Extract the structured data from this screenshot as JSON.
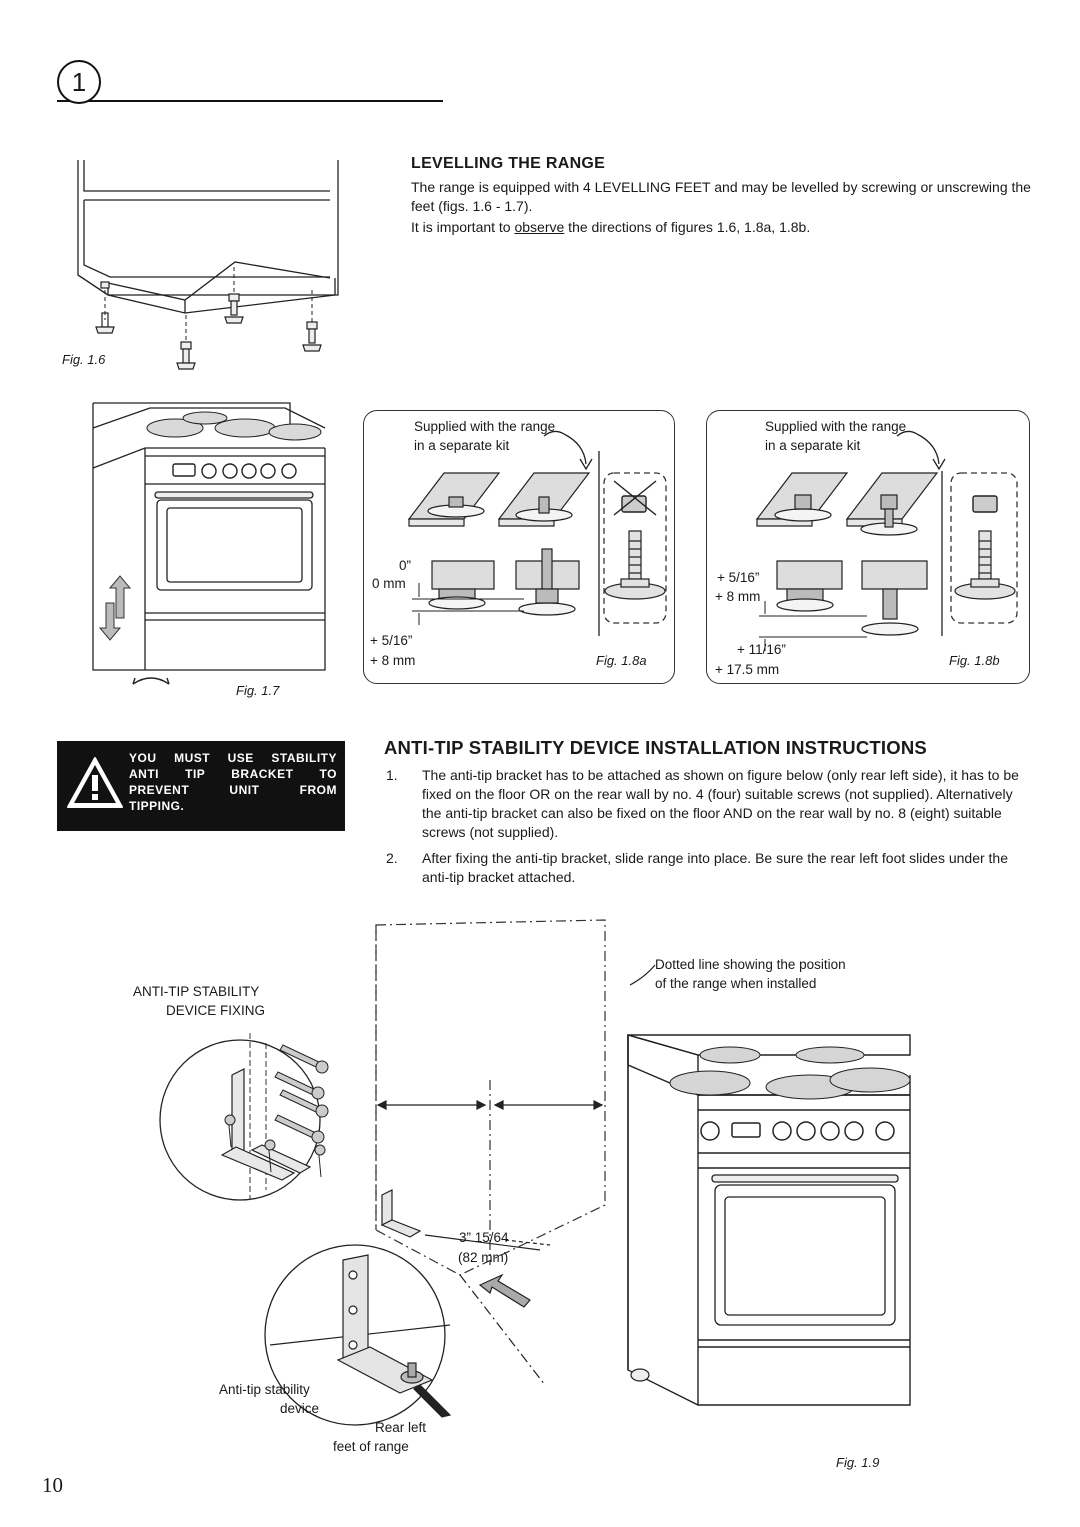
{
  "header": {
    "chapter_number": "1"
  },
  "levelling": {
    "heading": "LEVELLING THE RANGE",
    "p1": "The range is equipped with 4 LEVELLING FEET and may be levelled by screwing or unscrewing the feet (figs. 1.6 - 1.7).",
    "p2_before": "It is important to ",
    "p2_underlined": "observe",
    "p2_after": " the directions of figures 1.6, 1.8a, 1.8b."
  },
  "figures": {
    "fig_1_6": "Fig. 1.6",
    "fig_1_7": "Fig. 1.7",
    "fig_1_8a": "Fig. 1.8a",
    "fig_1_8b": "Fig. 1.8b",
    "fig_1_9": "Fig. 1.9"
  },
  "fig_1_8a": {
    "kit_line1": "Supplied with the range",
    "kit_line2": "in a separate kit",
    "zero_in": "0”",
    "zero_mm": "0 mm",
    "max_in": "+ 5/16”",
    "max_mm": "+ 8 mm"
  },
  "fig_1_8b": {
    "kit_line1": "Supplied with the range",
    "kit_line2": "in a separate kit",
    "mid_in": "+ 5/16”",
    "mid_mm": "+ 8 mm",
    "max_in": "+ 11/16”",
    "max_mm": "+ 17.5 mm"
  },
  "warning": {
    "icon": "exclamation-triangle-icon",
    "line1": "YOU MUST USE STABILITY",
    "line2": "ANTI TIP BRACKET TO",
    "line3": "PREVENT UNIT FROM",
    "line4": "TIPPING."
  },
  "anti_tip": {
    "heading": "ANTI-TIP STABILITY DEVICE INSTALLATION INSTRUCTIONS",
    "steps": [
      {
        "num": "1.",
        "text": "The anti-tip bracket has to be attached as shown on figure below (only rear left side), it has to be fixed on the floor OR on the rear wall by no. 4 (four) suitable screws (not supplied). Alternatively the anti-tip bracket can also be fixed on the floor AND on the rear wall by no. 8 (eight) suitable screws (not supplied)."
      },
      {
        "num": "2.",
        "text": "After fixing the anti-tip bracket, slide range into place. Be sure the rear left foot slides under the anti-tip bracket attached."
      }
    ]
  },
  "fig_1_9": {
    "dotted_line1": "Dotted line showing the position",
    "dotted_line2": "of the range when installed",
    "device_fixing1": "ANTI-TIP STABILITY",
    "device_fixing2": "DEVICE FIXING",
    "offset_in": "3” 15/64",
    "offset_mm": "(82 mm)",
    "device_label1": "Anti-tip stability",
    "device_label2": "device",
    "foot_label1": "Rear left",
    "foot_label2": "feet of range"
  },
  "page_number": "10"
}
